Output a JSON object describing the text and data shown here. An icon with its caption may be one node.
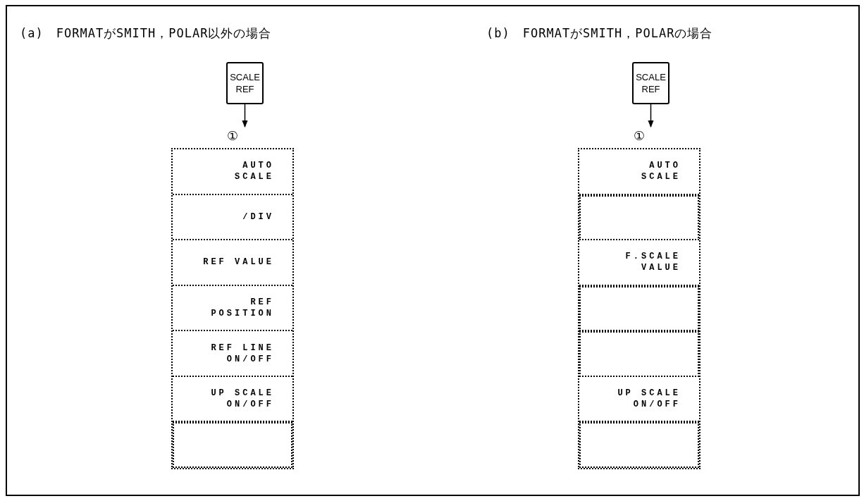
{
  "diagram": {
    "nodes": [
      {
        "text": [
          "SCALE REF"
        ]
      },
      {
        "text": [],
        "shape": "box",
        "beside": [
          "①"
        ]
      },
      {
        "text": [
          "AUTO SCALE"
        ],
        "in": 1
      },
      {
        "text": [
          "/DIV"
        ],
        "in": 1
      },
      {
        "text": [
          "REF VALUE"
        ],
        "in": 1
      },
      {
        "text": [
          "REF POSITION"
        ],
        "in": 1
      },
      {
        "text": [
          "REF LINE ON/OFF"
        ],
        "in": 1
      },
      {
        "text": [
          "UP SCALE ON/OFF"
        ],
        "in": 1
      },
      {
        "text": [],
        "shape": "box",
        "in": 1
      },
      {
        "text": [
          "SCALE REF"
        ]
      },
      {
        "text": [],
        "shape": "box",
        "beside": [
          "①"
        ]
      },
      {
        "text": [
          "AUTO SCALE"
        ],
        "in": 10
      },
      {
        "text": [],
        "shape": "box",
        "in": 10
      },
      {
        "text": [
          "F.SCALE VALUE"
        ],
        "in": 10
      },
      {
        "text": [],
        "shape": "box",
        "in": 10
      },
      {
        "text": [],
        "shape": "box",
        "in": 10
      },
      {
        "text": [
          "UP SCALE ON/OFF"
        ],
        "in": 10
      },
      {
        "text": [],
        "shape": "box",
        "in": 10
      }
    ],
    "edges": [
      {
        "from": 0,
        "to": 1,
        "arrow": "to"
      },
      {
        "from": 9,
        "to": 10,
        "arrow": "to"
      }
    ],
    "labels": [
      "(a)　FORMATがSMITH，POLAR以外の場合",
      "(b)　FORMATがSMITH，POLARの場合"
    ]
  }
}
